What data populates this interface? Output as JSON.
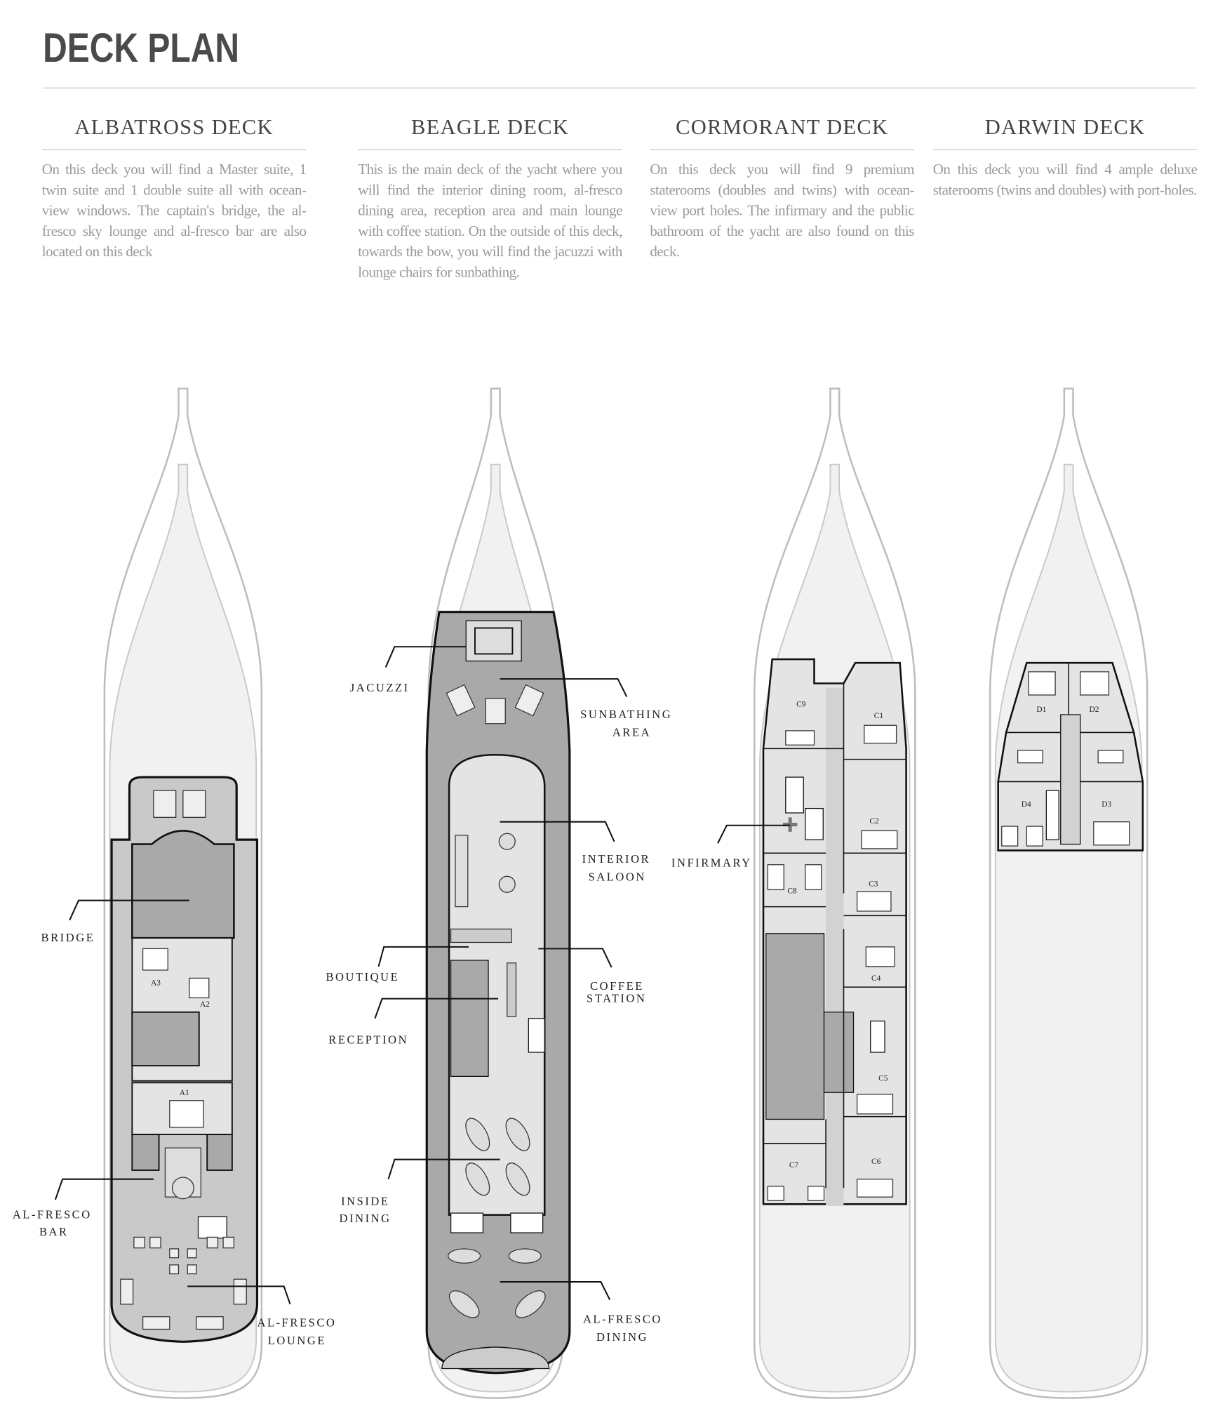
{
  "title": "DECK PLAN",
  "decks": [
    {
      "name": "ALBATROSS DECK",
      "description": "On this deck you will find a Master suite, 1 twin suite and 1 double suite all with ocean-view windows. The captain's bridge, the al-fresco sky lounge and al-fresco bar are also located on this deck"
    },
    {
      "name": "BEAGLE DECK",
      "description": "This is the main deck of the yacht where you will find the interior dining room, al-fresco dining area, reception area and main lounge with coffee station. On the outside of this deck, towards the bow, you will find the jacuzzi with lounge chairs for sunbathing."
    },
    {
      "name": "CORMORANT DECK",
      "description": "On this deck you will find 9 premium staterooms (doubles and twins) with ocean-view port holes. The infirmary and the public bathroom of the yacht are also found on this deck."
    },
    {
      "name": "DARWIN DECK",
      "description": "On this deck you will find 4 ample deluxe staterooms (twins and doubles) with port-holes."
    }
  ],
  "labels": {
    "bridge": "BRIDGE",
    "alfresco_bar_1": "AL-FRESCO",
    "alfresco_bar_2": "BAR",
    "alfresco_lounge_1": "AL-FRESCO",
    "alfresco_lounge_2": "LOUNGE",
    "jacuzzi": "JACUZZI",
    "sunbathing_1": "SUNBATHING",
    "sunbathing_2": "AREA",
    "interior_saloon_1": "INTERIOR",
    "interior_saloon_2": "SALOON",
    "boutique": "BOUTIQUE",
    "coffee_1": "COFFEE",
    "coffee_2": "STATION",
    "reception": "RECEPTION",
    "inside_dining_1": "INSIDE",
    "inside_dining_2": "DINING",
    "alfresco_dining_1": "AL-FRESCO",
    "alfresco_dining_2": "DINING",
    "infirmary": "INFIRMARY"
  },
  "rooms": {
    "A1": "A1",
    "A2": "A2",
    "A3": "A3",
    "C1": "C1",
    "C2": "C2",
    "C3": "C3",
    "C4": "C4",
    "C5": "C5",
    "C6": "C6",
    "C7": "C7",
    "C8": "C8",
    "C9": "C9",
    "D1": "D1",
    "D2": "D2",
    "D3": "D3",
    "D4": "D4"
  },
  "colors": {
    "dark_area": "#a9a9a9",
    "deck": "#c9c9c9",
    "room": "#e4e4e4",
    "hull": "#f1f1f1"
  }
}
